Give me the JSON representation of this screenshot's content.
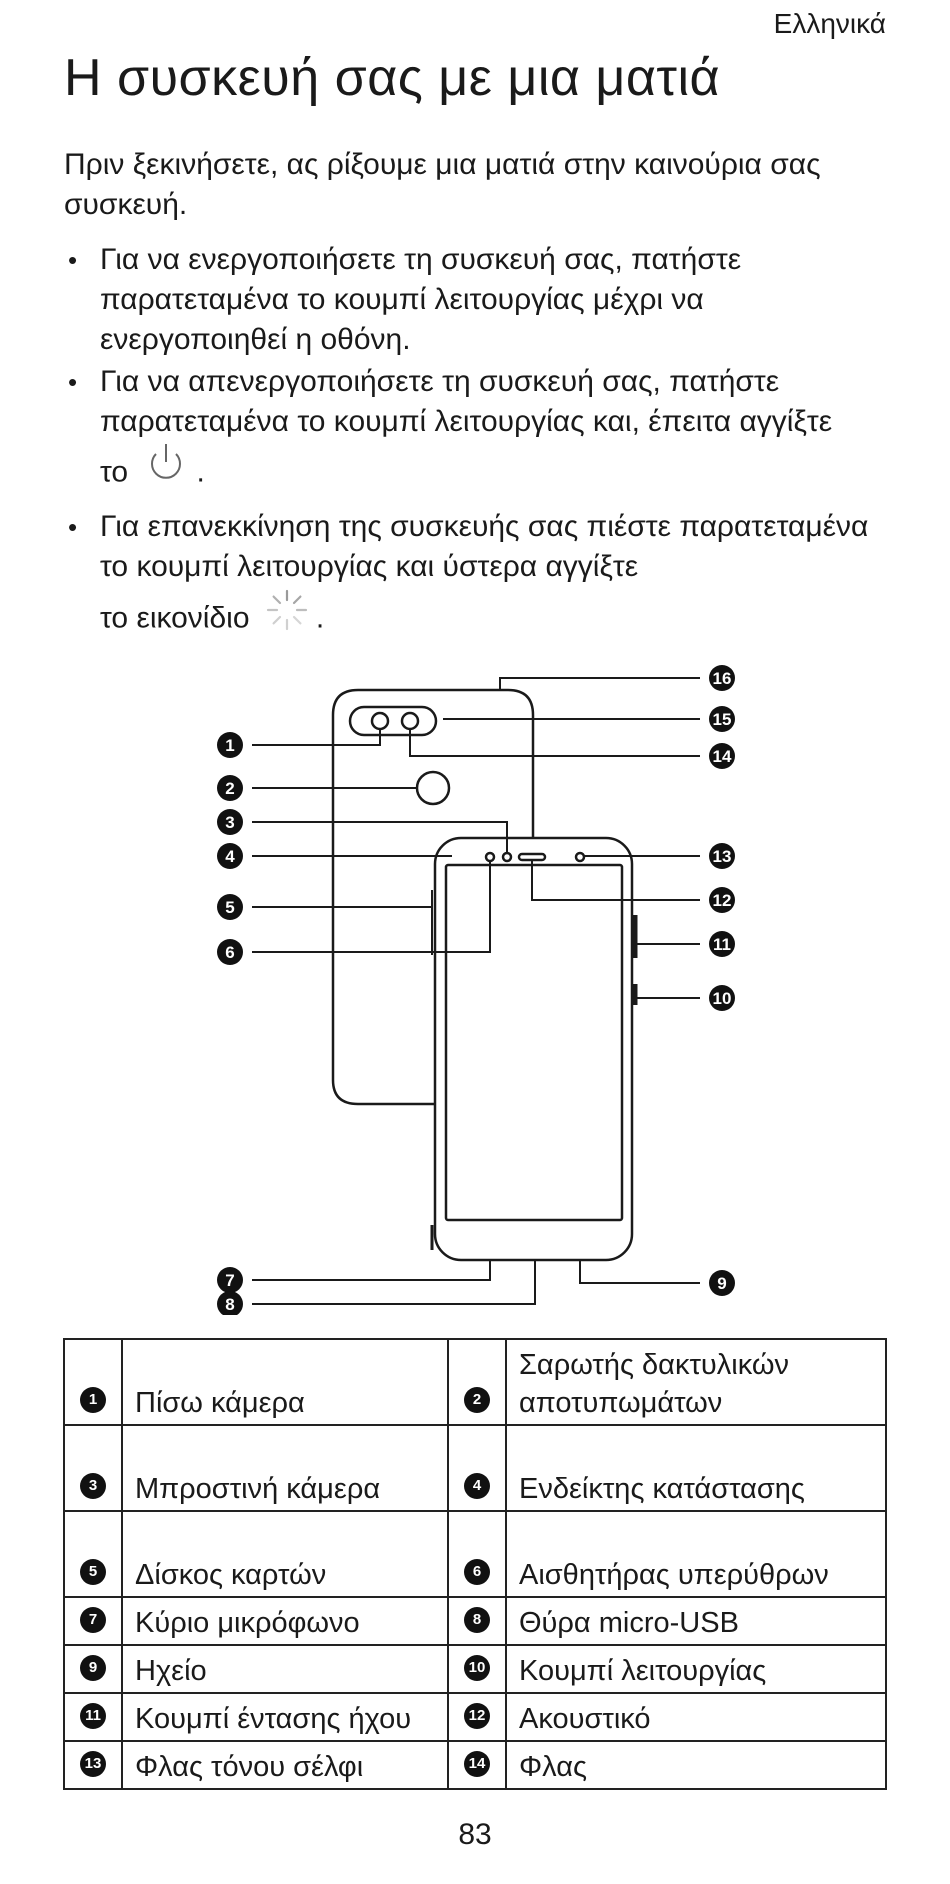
{
  "header": {
    "language": "Ελληνικά"
  },
  "title": "Η συσκευή σας με μια ματιά",
  "intro": "Πριν ξεκινήσετε, ας ρίξουμε μια ματιά στην καινούρια σας συσκευή.",
  "bullets": [
    {
      "text": "Για να ενεργοποιήσετε τη συσκευή σας, πατήστε παρατεταμένα το κουμπί λειτουργίας μέχρι να ενεργοποιηθεί η οθόνη."
    },
    {
      "text": "Για να απενεργοποιήσετε τη συσκευή σας, πατήστε παρατεταμένα το κουμπί λειτουργίας και, έπειτα αγγίξτε",
      "tail": "το",
      "icon": "power-icon"
    },
    {
      "text": "Για επανεκκίνηση της συσκευής σας πιέστε παρατεταμένα το κουμπί λειτουργίας και ύστερα αγγίξτε",
      "tail": "το εικονίδιο",
      "icon": "restart-icon"
    }
  ],
  "diagram": {
    "callouts": [
      "1",
      "2",
      "3",
      "4",
      "5",
      "6",
      "7",
      "8",
      "9",
      "10",
      "11",
      "12",
      "13",
      "14",
      "15",
      "16"
    ]
  },
  "legend": [
    {
      "n1": "1",
      "l1": "Πίσω κάμερα",
      "n2": "2",
      "l2": "Σαρωτής δακτυλικών αποτυπωμάτων"
    },
    {
      "n1": "3",
      "l1": "Μπροστινή κάμερα",
      "n2": "4",
      "l2": "Ενδείκτης κατάστασης"
    },
    {
      "n1": "5",
      "l1": "Δίσκος καρτών",
      "n2": "6",
      "l2": "Αισθητήρας υπερύθρων"
    },
    {
      "n1": "7",
      "l1": "Κύριο μικρόφωνο",
      "n2": "8",
      "l2": "Θύρα micro-USB"
    },
    {
      "n1": "9",
      "l1": "Ηχείο",
      "n2": "10",
      "l2": "Κουμπί λειτουργίας"
    },
    {
      "n1": "11",
      "l1": "Κουμπί έντασης ήχου",
      "n2": "12",
      "l2": "Ακουστικό"
    },
    {
      "n1": "13",
      "l1": "Φλας τόνου σέλφι",
      "n2": "14",
      "l2": "Φλας"
    }
  ],
  "page_number": "83",
  "colors": {
    "ink": "#1a1a1a",
    "badge": "#111111"
  }
}
